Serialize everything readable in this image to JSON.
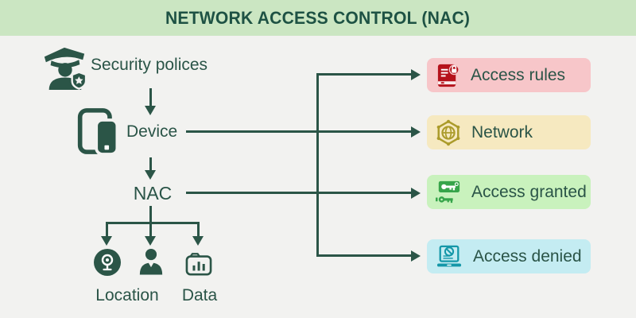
{
  "header": {
    "title": "NETWORK ACCESS CONTROL (NAC)",
    "bg": "#cbe6c2",
    "text_color": "#1e5244"
  },
  "canvas": {
    "bg": "#f2f2f0",
    "line_color": "#2b5547",
    "text_color": "#2a5447"
  },
  "flow": {
    "nodes": {
      "security": {
        "label": "Security polices",
        "icon": "police-officer-icon"
      },
      "device": {
        "label": "Device",
        "icon": "devices-icon"
      },
      "nac": {
        "label": "NAC"
      },
      "location": {
        "label": "Location",
        "icon": "location-beacon-icon"
      },
      "user": {
        "label": "",
        "icon": "person-icon"
      },
      "data": {
        "label": "Data",
        "icon": "data-folder-icon"
      }
    },
    "edges": [
      {
        "from": "security-polices",
        "to": "device"
      },
      {
        "from": "device",
        "to": "nac"
      },
      {
        "from": "device",
        "to": "network"
      },
      {
        "from": "nac",
        "to": "access-granted"
      },
      {
        "from": "nac",
        "to": "location"
      },
      {
        "from": "nac",
        "to": "user"
      },
      {
        "from": "nac",
        "to": "data"
      },
      {
        "from": "trunk",
        "to": "access-rules"
      },
      {
        "from": "trunk",
        "to": "access-denied"
      }
    ]
  },
  "targets": [
    {
      "label": "Access rules",
      "bg": "#f7c6c9",
      "icon": "rulebook-lock-icon",
      "icon_color": "#b5121b"
    },
    {
      "label": "Network",
      "bg": "#f6e9c0",
      "icon": "network-hexagon-globe-icon",
      "icon_color": "#ab9b2a"
    },
    {
      "label": "Access granted",
      "bg": "#c9f2bd",
      "icon": "access-key-icon",
      "icon_color": "#36a44a"
    },
    {
      "label": "Access denied",
      "bg": "#c4ecf2",
      "icon": "laptop-blocked-icon",
      "icon_color": "#1497a8"
    }
  ]
}
